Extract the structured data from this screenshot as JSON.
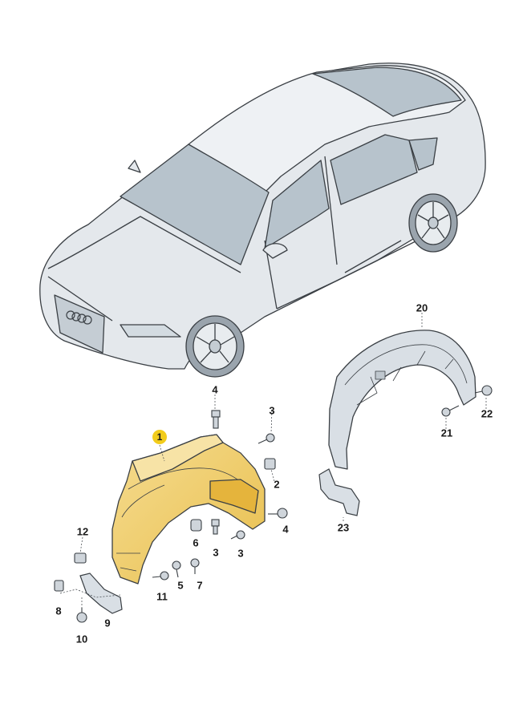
{
  "callouts": {
    "c1": "1",
    "c2": "2",
    "c3a": "3",
    "c3b": "3",
    "c3c": "3",
    "c4a": "4",
    "c4b": "4",
    "c5": "5",
    "c6": "6",
    "c7": "7",
    "c8": "8",
    "c9": "9",
    "c10": "10",
    "c11": "11",
    "c12": "12",
    "c20": "20",
    "c21": "21",
    "c22": "22",
    "c23": "23"
  },
  "colors": {
    "car_body": "#e4e8ec",
    "car_glass": "#b7c3cc",
    "front_liner": "#f1d27a",
    "rear_liner": "#d9dfe5",
    "hardware": "#cfd5db",
    "outline": "#3a3f44",
    "callout_highlight": "#f2cc1b"
  }
}
